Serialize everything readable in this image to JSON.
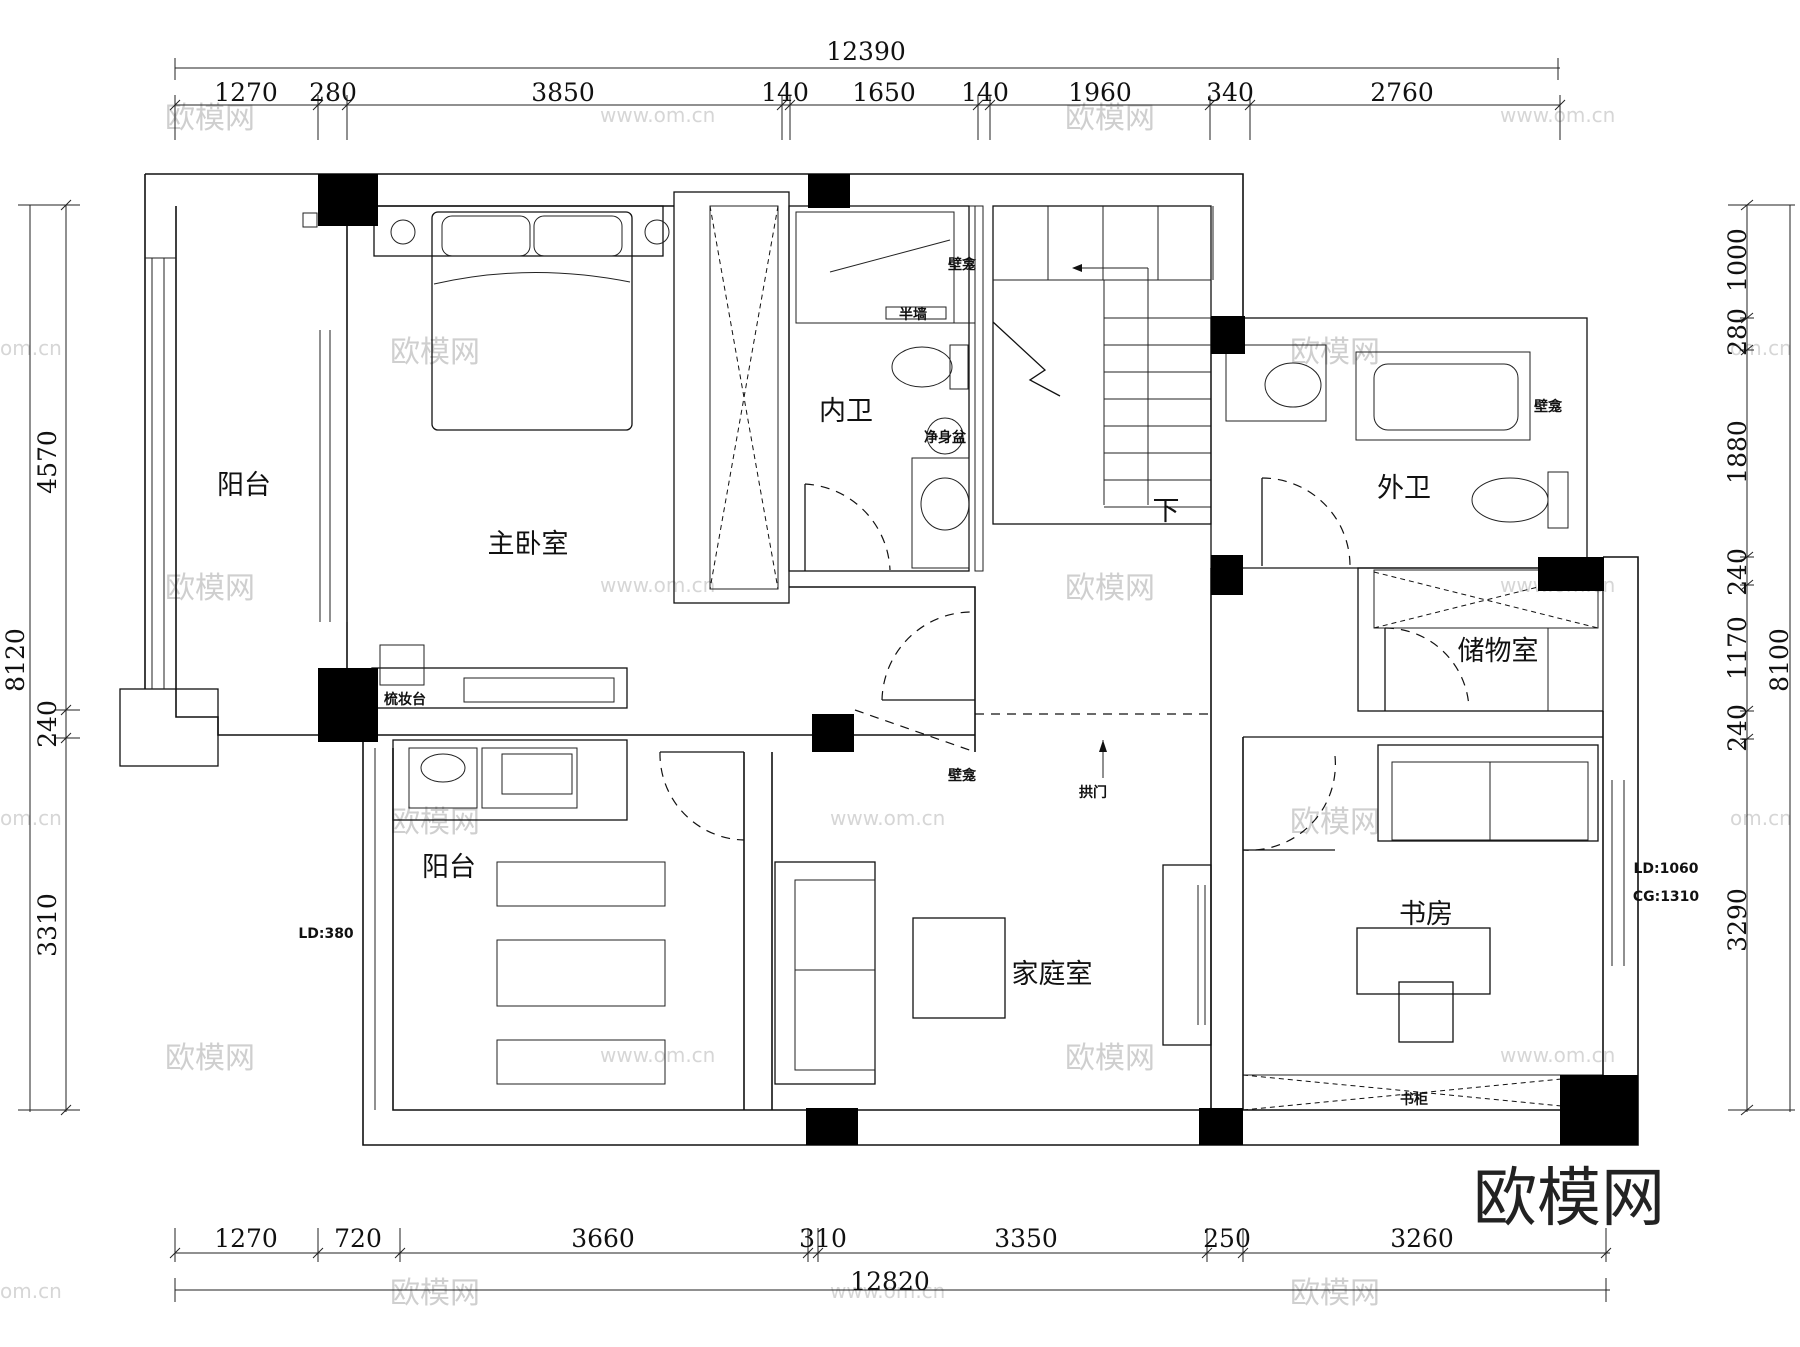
{
  "dimensions": {
    "top_total": "12390",
    "top_segments": [
      "1270",
      "280",
      "3850",
      "140",
      "1650",
      "140",
      "1960",
      "340",
      "2760"
    ],
    "bottom_total": "12820",
    "bottom_segments": [
      "1270",
      "720",
      "3660",
      "310",
      "3350",
      "250",
      "3260"
    ],
    "left_total": "8120",
    "left_segments": [
      "4570",
      "240",
      "3310"
    ],
    "right_total": "8100",
    "right_segments": [
      "1000",
      "280",
      "1880",
      "240",
      "1170",
      "240",
      "3290"
    ]
  },
  "rooms": {
    "balcony_upper": "阳台",
    "master_bedroom": "主卧室",
    "inner_bath": "内卫",
    "outer_bath": "外卫",
    "storage": "储物室",
    "balcony_lower": "阳台",
    "family_room": "家庭室",
    "study": "书房"
  },
  "labels": {
    "niche_1": "壁龛",
    "half_wall": "半墙",
    "bidet": "净身盆",
    "niche_2": "壁龛",
    "vanity": "梳妆台",
    "niche_3": "壁龛",
    "arch_door": "拱门",
    "stairs_down": "下",
    "ld_380": "LD:380",
    "ld_1060": "LD:1060",
    "cg_1310": "CG:1310",
    "bookcase": "书柜"
  },
  "watermark": {
    "text": "欧模网",
    "url": "www.om.cn",
    "url_edge": "om.cn"
  }
}
